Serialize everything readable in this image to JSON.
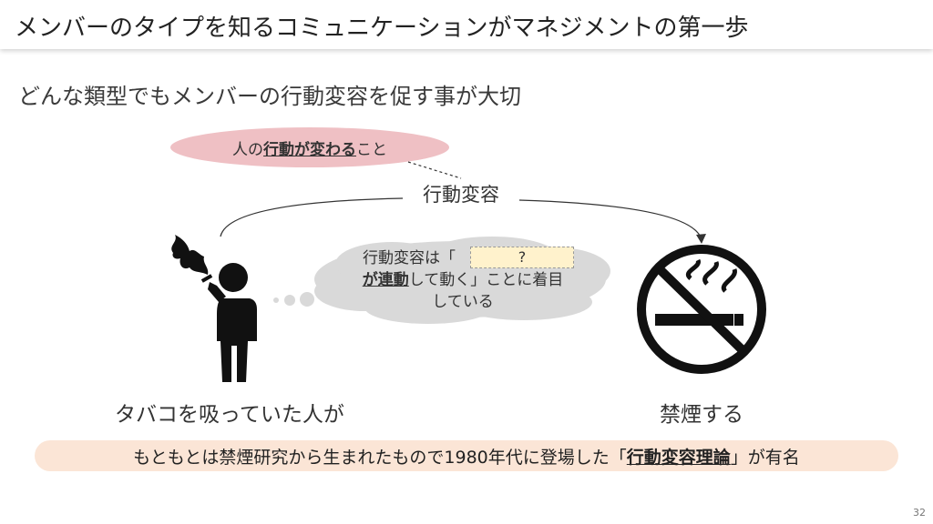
{
  "header": {
    "title": "メンバーのタイプを知るコミュニケーションがマネジメントの第一歩"
  },
  "subtitle": "どんな類型でもメンバーの行動変容を促す事が大切",
  "definition": {
    "prefix": "人の",
    "emphasis": "行動が変わる",
    "suffix": "こと"
  },
  "center_label": "行動変容",
  "thought": {
    "line1_prefix": "行動変容は「",
    "hidden_placeholder": "?",
    "line2_emphasis": "が連動",
    "line2_suffix": "して動く」ことに着目",
    "line3": "している"
  },
  "person_caption": "タバコを吸っていた人が",
  "nosmoke_caption": "禁煙する",
  "footnote": {
    "prefix": "もともとは禁煙研究から生まれたもので1980年代に登場した「",
    "emphasis": "行動変容理論",
    "suffix": "」が有名"
  },
  "page_number": "32",
  "colors": {
    "pink_oval": "#efc0c4",
    "thought_cloud": "#d9d9d9",
    "question_fill": "#fff2cc",
    "footnote_fill": "#fbe5d6",
    "icon_black": "#111111"
  },
  "icons": {
    "person": "smoking-person-icon",
    "no_smoking": "no-smoking-icon"
  }
}
